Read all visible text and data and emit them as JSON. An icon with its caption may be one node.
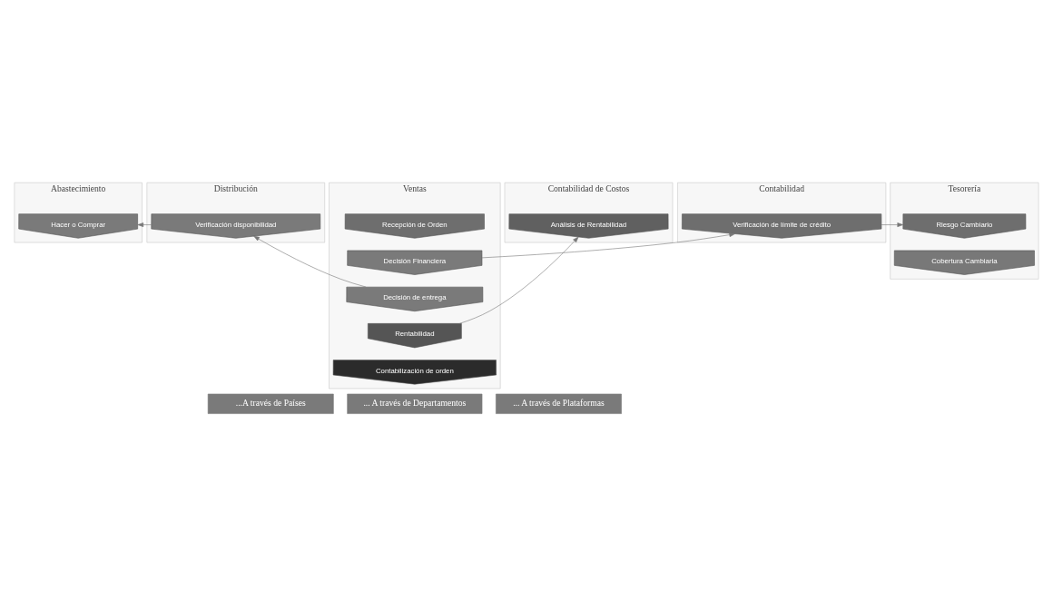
{
  "diagram": {
    "nodes": [
      {
        "text": [
          "Abastecimiento"
        ]
      },
      {
        "text": [
          "Distribución"
        ]
      },
      {
        "text": [
          "Ventas"
        ]
      },
      {
        "text": [
          "Contabilidad de Costos"
        ]
      },
      {
        "text": [
          "Contabilidad"
        ]
      },
      {
        "text": [
          "Tesorería"
        ]
      },
      {
        "text": [
          "Recepción de Orden"
        ],
        "in": 2
      },
      {
        "text": [
          "Decisión Financiera"
        ],
        "in": 2
      },
      {
        "text": [
          "Decisión de entrega"
        ],
        "in": 2
      },
      {
        "text": [
          "Rentabilidad"
        ],
        "in": 2
      },
      {
        "text": [
          "Contabilización de orden"
        ],
        "in": 2
      },
      {
        "text": [
          "Hacer o Comprar"
        ],
        "in": 0
      },
      {
        "text": [
          "Verificación disponibilidad"
        ],
        "in": 1
      },
      {
        "text": [
          "Análisis de Rentabilidad"
        ],
        "in": 3
      },
      {
        "text": [
          "Verificación de límite de crédito"
        ],
        "in": 4
      },
      {
        "text": [
          "Riesgo Cambiario"
        ],
        "in": 5
      },
      {
        "text": [
          "Cobertura Cambiaria"
        ],
        "in": 5
      }
    ],
    "edges": [
      {
        "from": 7,
        "to": 14,
        "arrow": "to"
      },
      {
        "from": 14,
        "to": 15,
        "arrow": "to"
      },
      {
        "from": 8,
        "to": 12,
        "arrow": "to"
      },
      {
        "from": 12,
        "to": 11,
        "arrow": "to"
      },
      {
        "from": 9,
        "to": 13,
        "arrow": "to"
      }
    ],
    "labels": [
      "...A través de Países",
      "... A través de Departamentos",
      "... A través de Plataformas"
    ]
  }
}
